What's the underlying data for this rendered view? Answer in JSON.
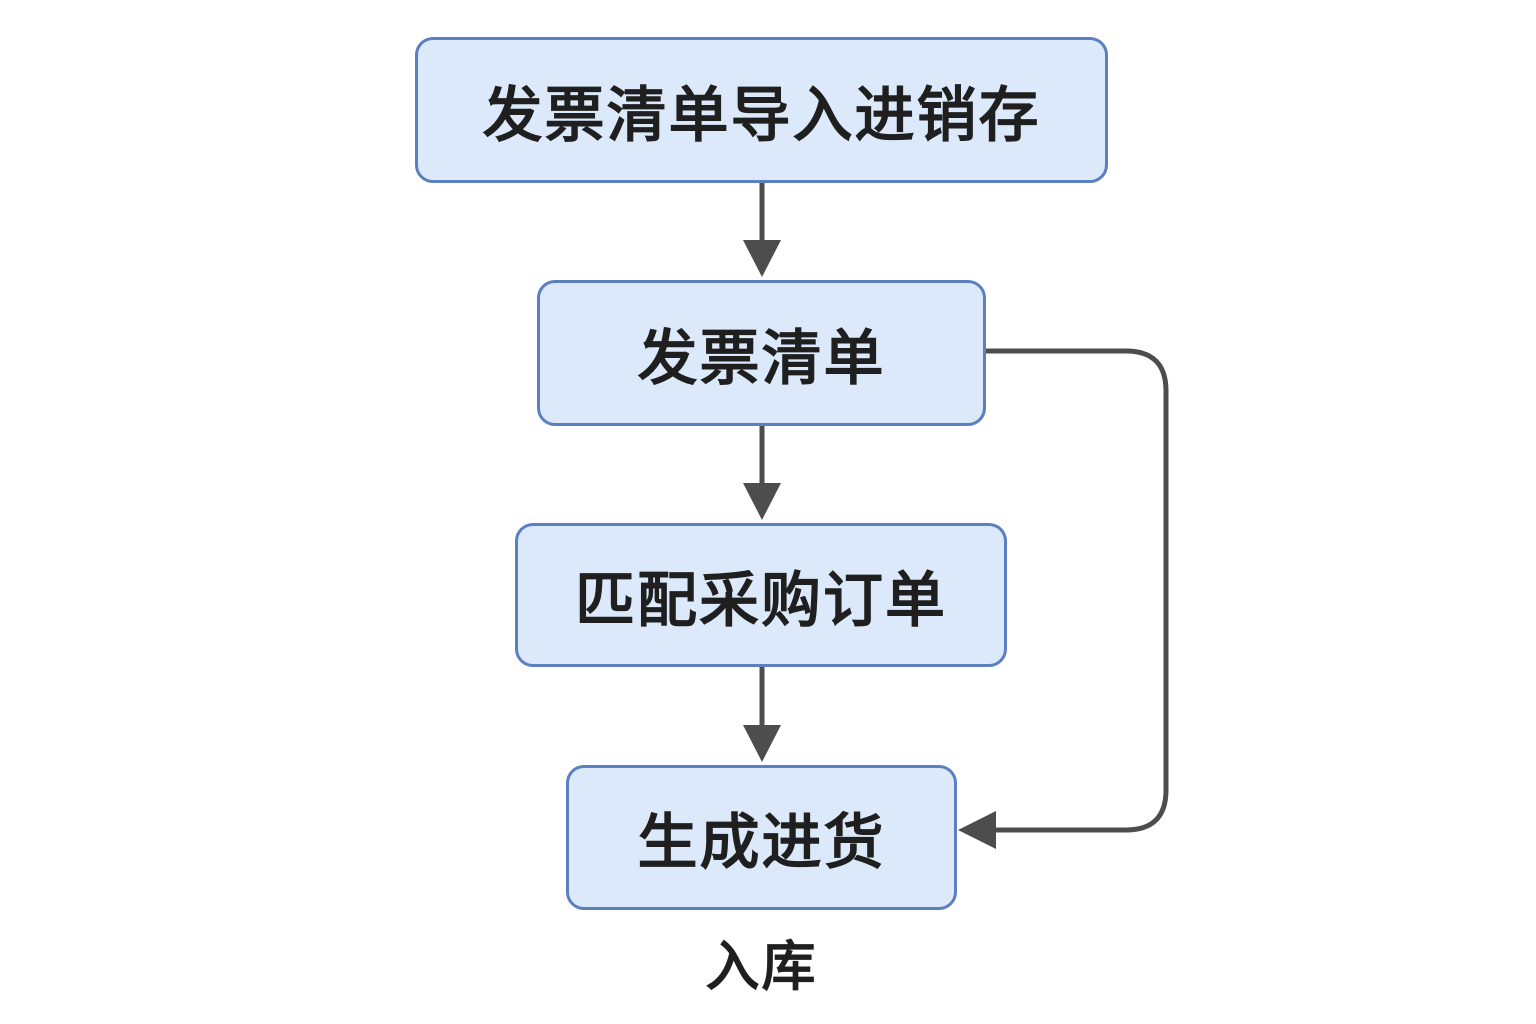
{
  "diagram": {
    "nodes": [
      {
        "id": "n1",
        "label": "发票清单导入进销存"
      },
      {
        "id": "n2",
        "label": "发票清单"
      },
      {
        "id": "n3",
        "label": "匹配采购订单"
      },
      {
        "id": "n4",
        "label": "生成进货"
      }
    ],
    "edges": [
      {
        "from": "n1",
        "to": "n2"
      },
      {
        "from": "n2",
        "to": "n3"
      },
      {
        "from": "n3",
        "to": "n4"
      },
      {
        "from": "n2",
        "to": "n4"
      }
    ],
    "caption": "入库",
    "colors": {
      "node_fill": "#dbe9fb",
      "node_border": "#5b7fc0",
      "arrow": "#4d4d4d",
      "text": "#1f1f1f"
    }
  }
}
